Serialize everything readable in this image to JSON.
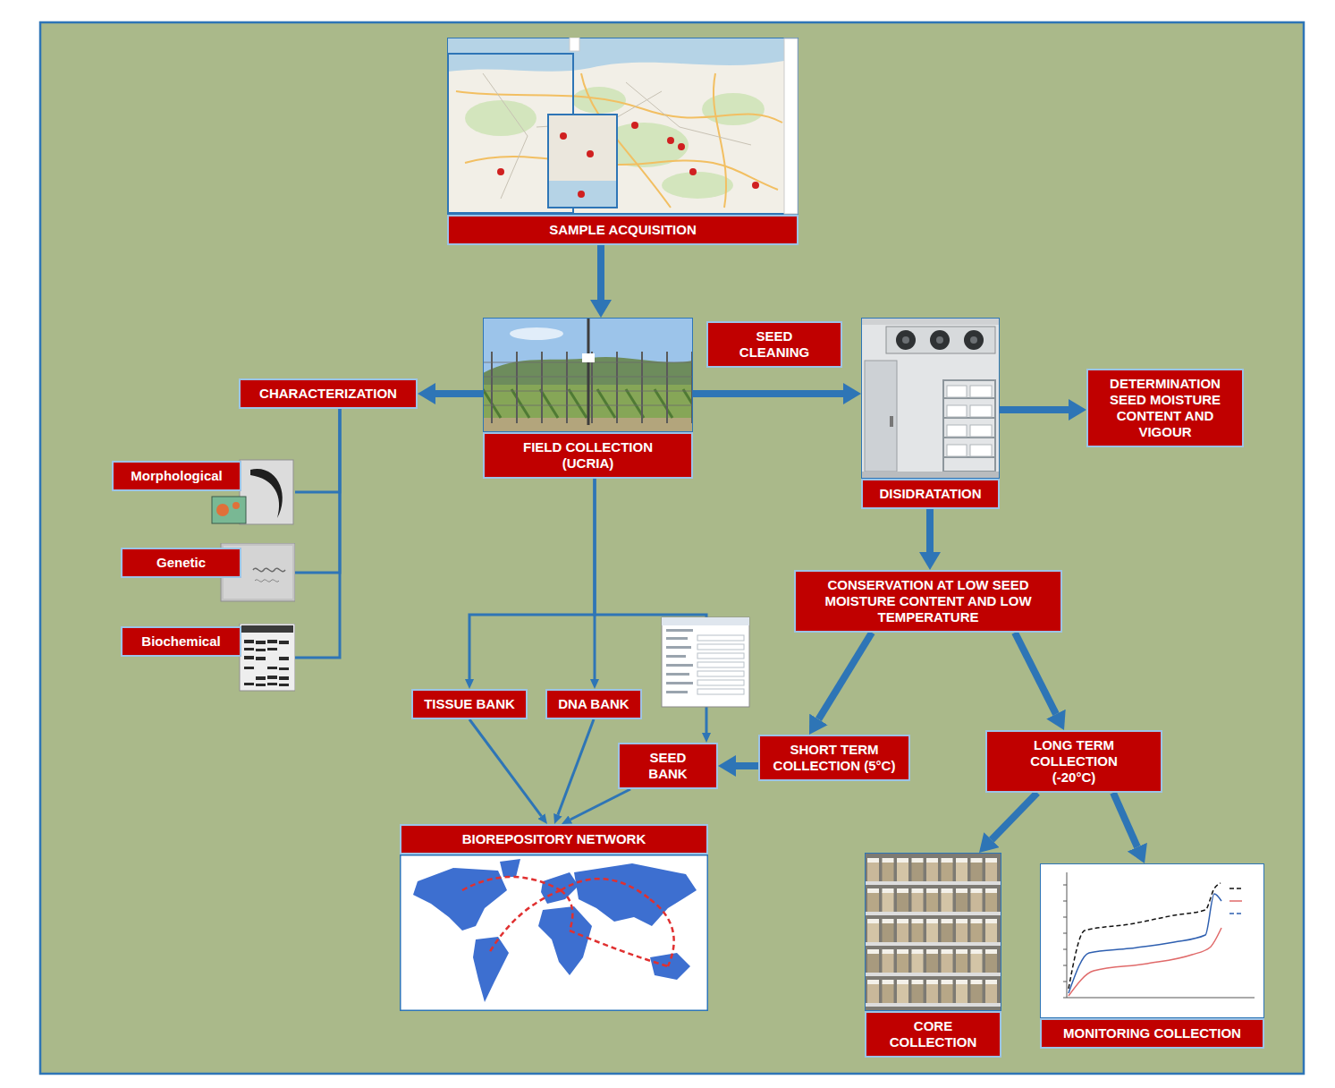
{
  "diagram": {
    "nodes": [
      {
        "text": [
          "SAMPLE ACQUISITION"
        ]
      },
      {
        "text": [
          "FIELD COLLECTION (UCRIA)"
        ]
      },
      {
        "text": [
          "SEED CLEANING"
        ]
      },
      {
        "text": [
          "CHARACTERIZATION"
        ]
      },
      {
        "text": [
          "DISIDRATATION"
        ]
      },
      {
        "text": [
          "DETERMINATION SEED MOISTURE CONTENT AND VIGOUR"
        ]
      },
      {
        "text": [
          "Morphological"
        ]
      },
      {
        "text": [
          "Genetic"
        ]
      },
      {
        "text": [
          "Biochemical"
        ]
      },
      {
        "text": [
          "CONSERVATION AT LOW SEED MOISTURE CONTENT AND LOW TEMPERATURE"
        ]
      },
      {
        "text": [
          "TISSUE BANK"
        ]
      },
      {
        "text": [
          "DNA BANK"
        ]
      },
      {
        "text": [
          "SHORT TERM COLLECTION (5°C)"
        ]
      },
      {
        "text": [
          "LONG TERM COLLECTION (-20°C)"
        ]
      },
      {
        "text": [
          "SEED BANK"
        ]
      },
      {
        "text": [
          "BIOREPOSITORY NETWORK"
        ]
      },
      {
        "text": [
          "CORE COLLECTION"
        ]
      },
      {
        "text": [
          "MONITORING COLLECTION"
        ]
      }
    ],
    "edges": [
      {
        "from": 0,
        "to": 1,
        "arrow": "to"
      },
      {
        "from": 1,
        "to": 3,
        "arrow": "to"
      },
      {
        "from": 1,
        "to": 4,
        "arrow": "to"
      },
      {
        "from": 4,
        "to": 5,
        "arrow": "to"
      },
      {
        "from": 3,
        "to": 6,
        "arrow": "none"
      },
      {
        "from": 3,
        "to": 7,
        "arrow": "none"
      },
      {
        "from": 3,
        "to": 8,
        "arrow": "none"
      },
      {
        "from": 4,
        "to": 9,
        "arrow": "to"
      },
      {
        "from": 1,
        "to": 10,
        "arrow": "to"
      },
      {
        "from": 1,
        "to": 11,
        "arrow": "to"
      },
      {
        "from": 1,
        "to": 14,
        "arrow": "to"
      },
      {
        "from": 9,
        "to": 12,
        "arrow": "to"
      },
      {
        "from": 9,
        "to": 13,
        "arrow": "to"
      },
      {
        "from": 12,
        "to": 14,
        "arrow": "to"
      },
      {
        "from": 10,
        "to": 15,
        "arrow": "to"
      },
      {
        "from": 11,
        "to": 15,
        "arrow": "to"
      },
      {
        "from": 14,
        "to": 15,
        "arrow": "to"
      },
      {
        "from": 13,
        "to": 16,
        "arrow": "to"
      },
      {
        "from": 13,
        "to": 17,
        "arrow": "to"
      }
    ]
  }
}
